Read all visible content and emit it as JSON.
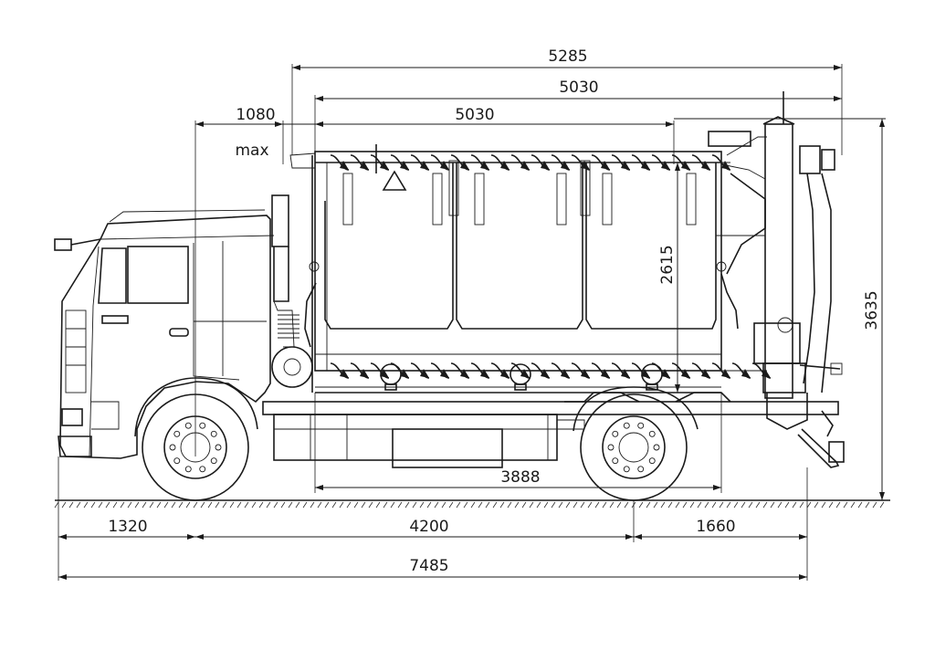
{
  "dimensions": {
    "overall_top": "5285",
    "tank_length": "5030",
    "auger_length": "5030",
    "overhang_max": "1080",
    "max_label": "max",
    "tank_height": "2615",
    "overall_height": "3635",
    "frame_length": "3888",
    "front_overhang": "1320",
    "wheelbase": "4200",
    "rear_overhang": "1660",
    "overall_length": "7485"
  }
}
